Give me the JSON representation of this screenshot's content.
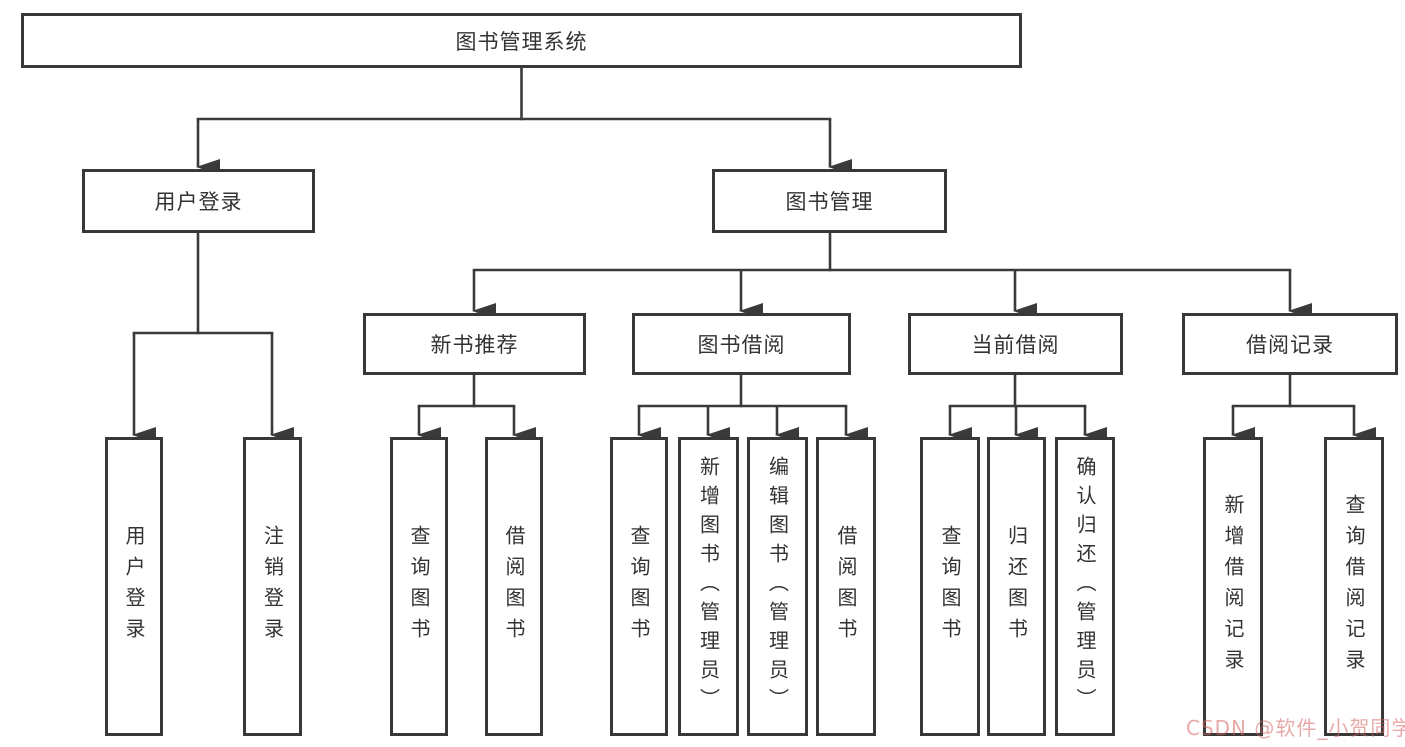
{
  "diagram_title": "图书管理系统",
  "tree": {
    "root": {
      "label": "图书管理系统"
    },
    "branches": [
      {
        "label": "用户登录",
        "children": [
          {
            "label": "用户登录"
          },
          {
            "label": "注销登录"
          }
        ]
      },
      {
        "label": "图书管理",
        "children": [
          {
            "label": "新书推荐",
            "children": [
              {
                "label": "查询图书"
              },
              {
                "label": "借阅图书"
              }
            ]
          },
          {
            "label": "图书借阅",
            "children": [
              {
                "label": "查询图书"
              },
              {
                "label": "新增图书（管理员）"
              },
              {
                "label": "编辑图书（管理员）"
              },
              {
                "label": "借阅图书"
              }
            ]
          },
          {
            "label": "当前借阅",
            "children": [
              {
                "label": "查询图书"
              },
              {
                "label": "归还图书"
              },
              {
                "label": "确认归还（管理员）"
              }
            ]
          },
          {
            "label": "借阅记录",
            "children": [
              {
                "label": "新增借阅记录"
              },
              {
                "label": "查询借阅记录"
              }
            ]
          }
        ]
      }
    ]
  },
  "watermark": {
    "text": "CSDN @软件_小贺同学",
    "color_hex": "#d66262"
  },
  "colors": {
    "line": "#3a3a3a",
    "box_border": "#383838",
    "box_fill": "#ffffff",
    "text": "#333333",
    "background": "#ffffff"
  }
}
